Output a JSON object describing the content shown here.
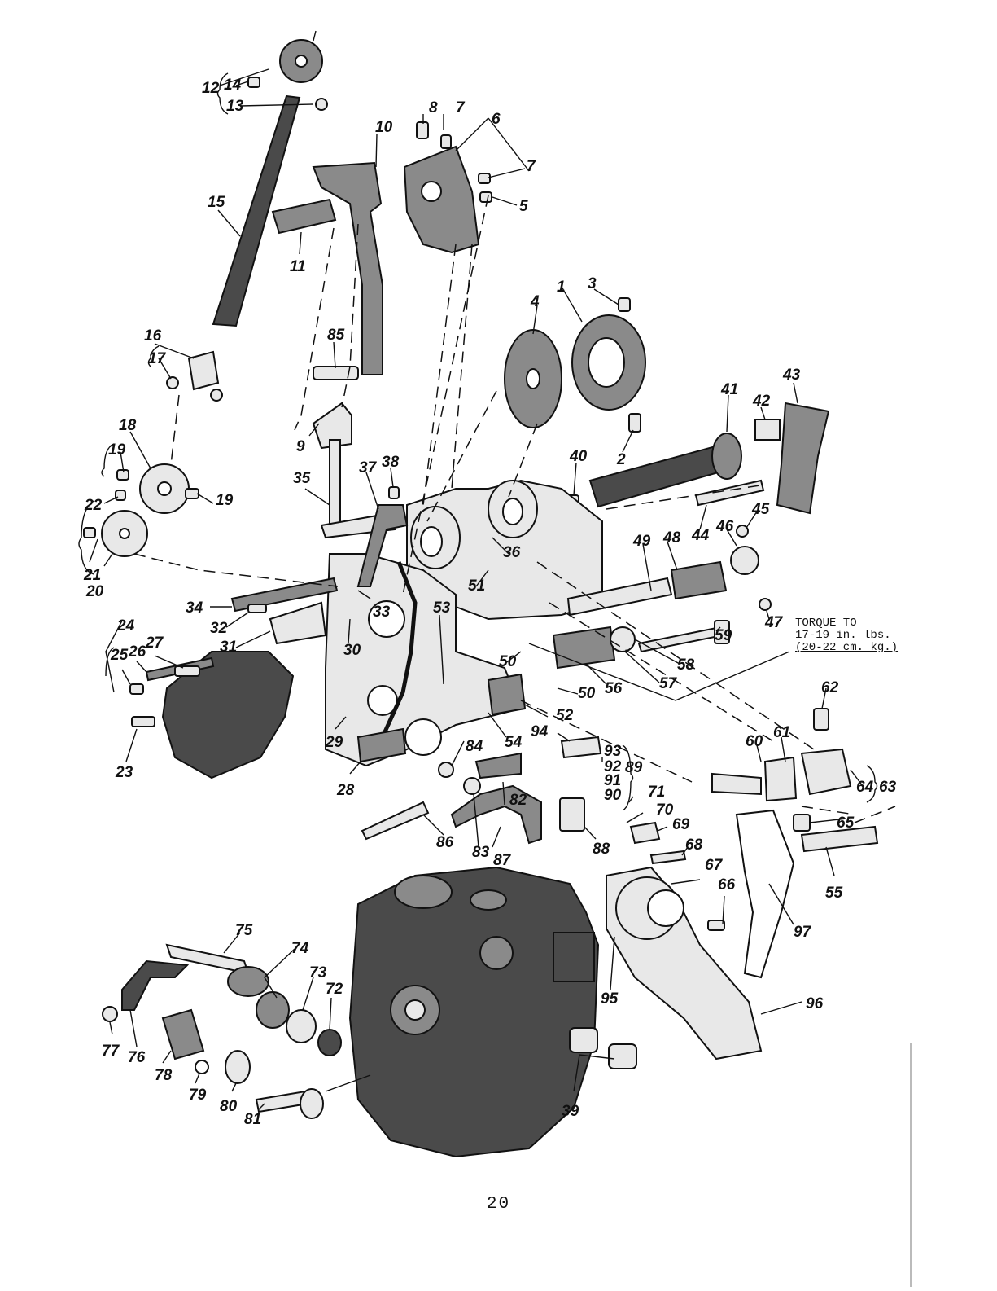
{
  "diagram": {
    "callouts": [
      "1",
      "2",
      "3",
      "4",
      "5",
      "6",
      "7",
      "7",
      "8",
      "9",
      "10",
      "11",
      "12",
      "13",
      "14",
      "15",
      "16",
      "17",
      "18",
      "19",
      "19",
      "20",
      "21",
      "22",
      "23",
      "24",
      "25",
      "26",
      "27",
      "28",
      "29",
      "30",
      "31",
      "32",
      "33",
      "34",
      "35",
      "36",
      "37",
      "38",
      "39",
      "40",
      "41",
      "42",
      "43",
      "44",
      "45",
      "46",
      "47",
      "48",
      "49",
      "50",
      "50",
      "51",
      "52",
      "53",
      "54",
      "55",
      "56",
      "57",
      "58",
      "59",
      "60",
      "61",
      "62",
      "63",
      "64",
      "65",
      "66",
      "67",
      "68",
      "69",
      "70",
      "71",
      "72",
      "73",
      "74",
      "75",
      "76",
      "77",
      "78",
      "79",
      "80",
      "81",
      "82",
      "83",
      "84",
      "85",
      "86",
      "87",
      "88",
      "89",
      "90",
      "91",
      "92",
      "93",
      "94",
      "95",
      "96",
      "97"
    ],
    "torque_note": [
      "TORQUE TO",
      "17-19 in. lbs.",
      "(20-22 cm. kg.)"
    ],
    "page_number": "20"
  }
}
